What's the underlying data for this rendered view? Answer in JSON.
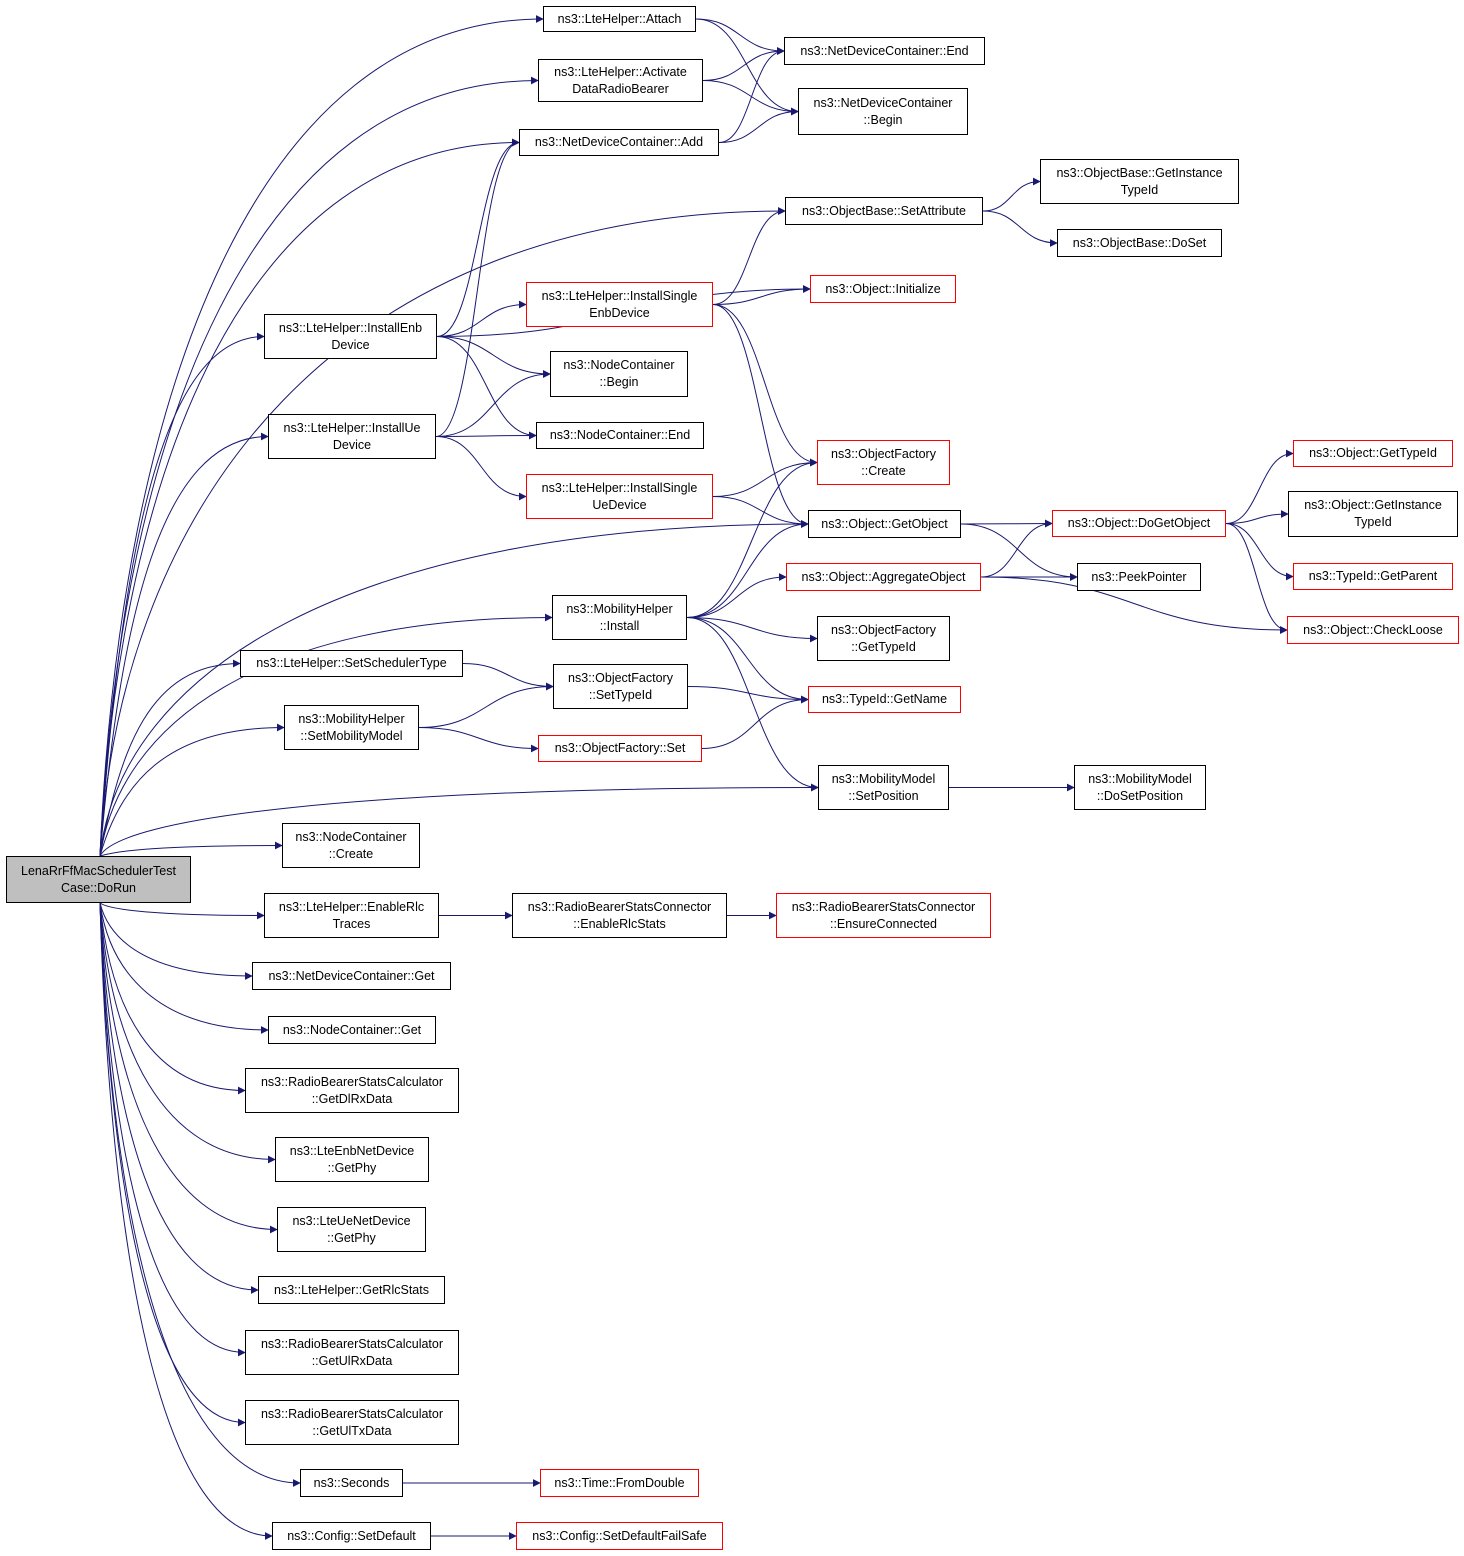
{
  "colors": {
    "edge": "#191970",
    "node_border": "#000000",
    "incomplete_node_border": "#ff0000",
    "root_fill": "#bfbfbf",
    "background": "#ffffff"
  },
  "nodes": {
    "root": {
      "label": "LenaRrFfMacSchedulerTest\nCase::DoRun",
      "red": false
    },
    "attach": {
      "label": "ns3::LteHelper::Attach",
      "red": false
    },
    "activate": {
      "label": "ns3::LteHelper::Activate\nDataRadioBearer",
      "red": false
    },
    "ndc_end": {
      "label": "ns3::NetDeviceContainer::End",
      "red": false
    },
    "ndc_begin": {
      "label": "ns3::NetDeviceContainer\n::Begin",
      "red": false
    },
    "ndc_add": {
      "label": "ns3::NetDeviceContainer::Add",
      "red": false
    },
    "ob_getinst": {
      "label": "ns3::ObjectBase::GetInstance\nTypeId",
      "red": false
    },
    "ob_setattr": {
      "label": "ns3::ObjectBase::SetAttribute",
      "red": false
    },
    "ob_doset": {
      "label": "ns3::ObjectBase::DoSet",
      "red": false
    },
    "obj_init": {
      "label": "ns3::Object::Initialize",
      "red": true
    },
    "install_single_enb": {
      "label": "ns3::LteHelper::InstallSingle\nEnbDevice",
      "red": true
    },
    "install_enb": {
      "label": "ns3::LteHelper::InstallEnb\nDevice",
      "red": false
    },
    "nc_begin": {
      "label": "ns3::NodeContainer\n::Begin",
      "red": false
    },
    "install_ue": {
      "label": "ns3::LteHelper::InstallUe\nDevice",
      "red": false
    },
    "nc_end": {
      "label": "ns3::NodeContainer::End",
      "red": false
    },
    "of_create": {
      "label": "ns3::ObjectFactory\n::Create",
      "red": true
    },
    "install_single_ue": {
      "label": "ns3::LteHelper::InstallSingle\nUeDevice",
      "red": true
    },
    "obj_getobject": {
      "label": "ns3::Object::GetObject",
      "red": false
    },
    "obj_dogetobject": {
      "label": "ns3::Object::DoGetObject",
      "red": true
    },
    "obj_gettypeid": {
      "label": "ns3::Object::GetTypeId",
      "red": true
    },
    "obj_getinsttypeid": {
      "label": "ns3::Object::GetInstance\nTypeId",
      "red": false
    },
    "typeid_getparent": {
      "label": "ns3::TypeId::GetParent",
      "red": true
    },
    "obj_aggregate": {
      "label": "ns3::Object::AggregateObject",
      "red": true
    },
    "peekpointer": {
      "label": "ns3::PeekPointer",
      "red": false
    },
    "obj_checkloose": {
      "label": "ns3::Object::CheckLoose",
      "red": true
    },
    "mob_install": {
      "label": "ns3::MobilityHelper\n::Install",
      "red": false
    },
    "of_gettypeid": {
      "label": "ns3::ObjectFactory\n::GetTypeId",
      "red": false
    },
    "set_sched": {
      "label": "ns3::LteHelper::SetSchedulerType",
      "red": false
    },
    "of_settypeid": {
      "label": "ns3::ObjectFactory\n::SetTypeId",
      "red": false
    },
    "typeid_getname": {
      "label": "ns3::TypeId::GetName",
      "red": true
    },
    "mob_setmodel": {
      "label": "ns3::MobilityHelper\n::SetMobilityModel",
      "red": false
    },
    "of_set": {
      "label": "ns3::ObjectFactory::Set",
      "red": true
    },
    "mm_setpos": {
      "label": "ns3::MobilityModel\n::SetPosition",
      "red": false
    },
    "mm_dosetpos": {
      "label": "ns3::MobilityModel\n::DoSetPosition",
      "red": false
    },
    "nc_create": {
      "label": "ns3::NodeContainer\n::Create",
      "red": false
    },
    "enable_rlc": {
      "label": "ns3::LteHelper::EnableRlc\nTraces",
      "red": false
    },
    "rbsc_enable": {
      "label": "ns3::RadioBearerStatsConnector\n::EnableRlcStats",
      "red": false
    },
    "rbsc_ensure": {
      "label": "ns3::RadioBearerStatsConnector\n::EnsureConnected",
      "red": true
    },
    "ndc_get": {
      "label": "ns3::NetDeviceContainer::Get",
      "red": false
    },
    "nc_get": {
      "label": "ns3::NodeContainer::Get",
      "red": false
    },
    "rbscalc_dlrx": {
      "label": "ns3::RadioBearerStatsCalculator\n::GetDlRxData",
      "red": false
    },
    "enb_getphy": {
      "label": "ns3::LteEnbNetDevice\n::GetPhy",
      "red": false
    },
    "ue_getphy": {
      "label": "ns3::LteUeNetDevice\n::GetPhy",
      "red": false
    },
    "getrlcstats": {
      "label": "ns3::LteHelper::GetRlcStats",
      "red": false
    },
    "rbscalc_ulrx": {
      "label": "ns3::RadioBearerStatsCalculator\n::GetUlRxData",
      "red": false
    },
    "rbscalc_ultx": {
      "label": "ns3::RadioBearerStatsCalculator\n::GetUlTxData",
      "red": false
    },
    "seconds": {
      "label": "ns3::Seconds",
      "red": false
    },
    "time_fromdouble": {
      "label": "ns3::Time::FromDouble",
      "red": true
    },
    "config_setdefault": {
      "label": "ns3::Config::SetDefault",
      "red": false
    },
    "config_setdefaultfailsafe": {
      "label": "ns3::Config::SetDefaultFailSafe",
      "red": true
    }
  },
  "edges": [
    [
      "root",
      "attach"
    ],
    [
      "root",
      "activate"
    ],
    [
      "root",
      "ndc_add"
    ],
    [
      "root",
      "ob_setattr"
    ],
    [
      "root",
      "install_enb"
    ],
    [
      "root",
      "install_ue"
    ],
    [
      "root",
      "obj_getobject"
    ],
    [
      "root",
      "mob_install"
    ],
    [
      "root",
      "set_sched"
    ],
    [
      "root",
      "mob_setmodel"
    ],
    [
      "root",
      "mm_setpos"
    ],
    [
      "root",
      "nc_create"
    ],
    [
      "root",
      "enable_rlc"
    ],
    [
      "root",
      "ndc_get"
    ],
    [
      "root",
      "nc_get"
    ],
    [
      "root",
      "rbscalc_dlrx"
    ],
    [
      "root",
      "enb_getphy"
    ],
    [
      "root",
      "ue_getphy"
    ],
    [
      "root",
      "getrlcstats"
    ],
    [
      "root",
      "rbscalc_ulrx"
    ],
    [
      "root",
      "rbscalc_ultx"
    ],
    [
      "root",
      "seconds"
    ],
    [
      "root",
      "config_setdefault"
    ],
    [
      "attach",
      "ndc_end"
    ],
    [
      "attach",
      "ndc_begin"
    ],
    [
      "activate",
      "ndc_end"
    ],
    [
      "activate",
      "ndc_begin"
    ],
    [
      "ndc_add",
      "ndc_end"
    ],
    [
      "ndc_add",
      "ndc_begin"
    ],
    [
      "ob_setattr",
      "ob_getinst"
    ],
    [
      "ob_setattr",
      "ob_doset"
    ],
    [
      "install_enb",
      "ndc_add"
    ],
    [
      "install_enb",
      "obj_init"
    ],
    [
      "install_enb",
      "install_single_enb"
    ],
    [
      "install_enb",
      "nc_begin"
    ],
    [
      "install_enb",
      "nc_end"
    ],
    [
      "install_single_enb",
      "ob_setattr"
    ],
    [
      "install_single_enb",
      "obj_init"
    ],
    [
      "install_single_enb",
      "of_create"
    ],
    [
      "install_single_enb",
      "obj_getobject"
    ],
    [
      "install_ue",
      "ndc_add"
    ],
    [
      "install_ue",
      "nc_begin"
    ],
    [
      "install_ue",
      "nc_end"
    ],
    [
      "install_ue",
      "install_single_ue"
    ],
    [
      "install_single_ue",
      "of_create"
    ],
    [
      "install_single_ue",
      "obj_getobject"
    ],
    [
      "obj_getobject",
      "obj_dogetobject"
    ],
    [
      "obj_getobject",
      "peekpointer"
    ],
    [
      "obj_dogetobject",
      "obj_gettypeid"
    ],
    [
      "obj_dogetobject",
      "obj_getinsttypeid"
    ],
    [
      "obj_dogetobject",
      "typeid_getparent"
    ],
    [
      "obj_dogetobject",
      "obj_checkloose"
    ],
    [
      "obj_aggregate",
      "obj_dogetobject"
    ],
    [
      "obj_aggregate",
      "peekpointer"
    ],
    [
      "obj_aggregate",
      "obj_checkloose"
    ],
    [
      "mob_install",
      "of_create"
    ],
    [
      "mob_install",
      "obj_getobject"
    ],
    [
      "mob_install",
      "obj_aggregate"
    ],
    [
      "mob_install",
      "of_gettypeid"
    ],
    [
      "mob_install",
      "typeid_getname"
    ],
    [
      "mob_install",
      "mm_setpos"
    ],
    [
      "set_sched",
      "of_settypeid"
    ],
    [
      "of_settypeid",
      "typeid_getname"
    ],
    [
      "mob_setmodel",
      "of_settypeid"
    ],
    [
      "mob_setmodel",
      "of_set"
    ],
    [
      "of_set",
      "typeid_getname"
    ],
    [
      "mm_setpos",
      "mm_dosetpos"
    ],
    [
      "enable_rlc",
      "rbsc_enable"
    ],
    [
      "rbsc_enable",
      "rbsc_ensure"
    ],
    [
      "seconds",
      "time_fromdouble"
    ],
    [
      "config_setdefault",
      "config_setdefaultfailsafe"
    ]
  ]
}
